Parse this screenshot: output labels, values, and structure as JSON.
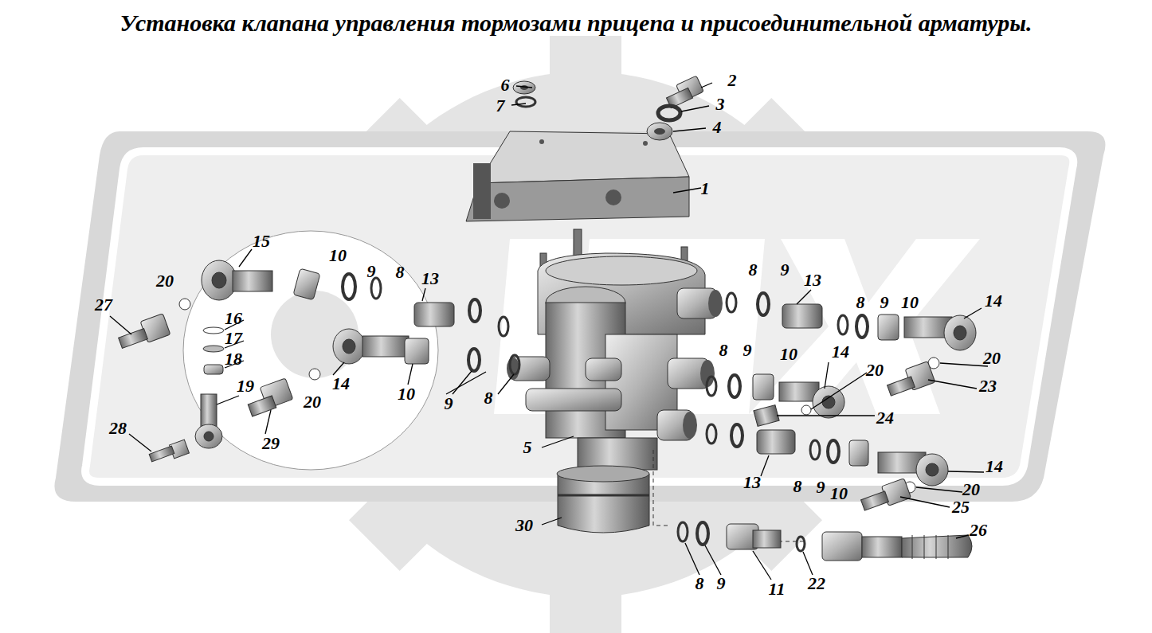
{
  "diagram": {
    "title": "Установка клапана управления тормозами прицепа и присоединительной арматуры.",
    "labels": [
      "6",
      "7",
      "2",
      "3",
      "4",
      "1",
      "15",
      "10",
      "9",
      "8",
      "20",
      "27",
      "16",
      "17",
      "18",
      "14",
      "20",
      "19",
      "29",
      "28",
      "13",
      "10",
      "9",
      "8",
      "5",
      "30",
      "8",
      "9",
      "13",
      "8",
      "9",
      "10",
      "14",
      "20",
      "23",
      "8",
      "9",
      "10",
      "14",
      "20",
      "24",
      "13",
      "8",
      "9",
      "10",
      "14",
      "20",
      "25",
      "8",
      "9",
      "11",
      "22",
      "26"
    ]
  }
}
